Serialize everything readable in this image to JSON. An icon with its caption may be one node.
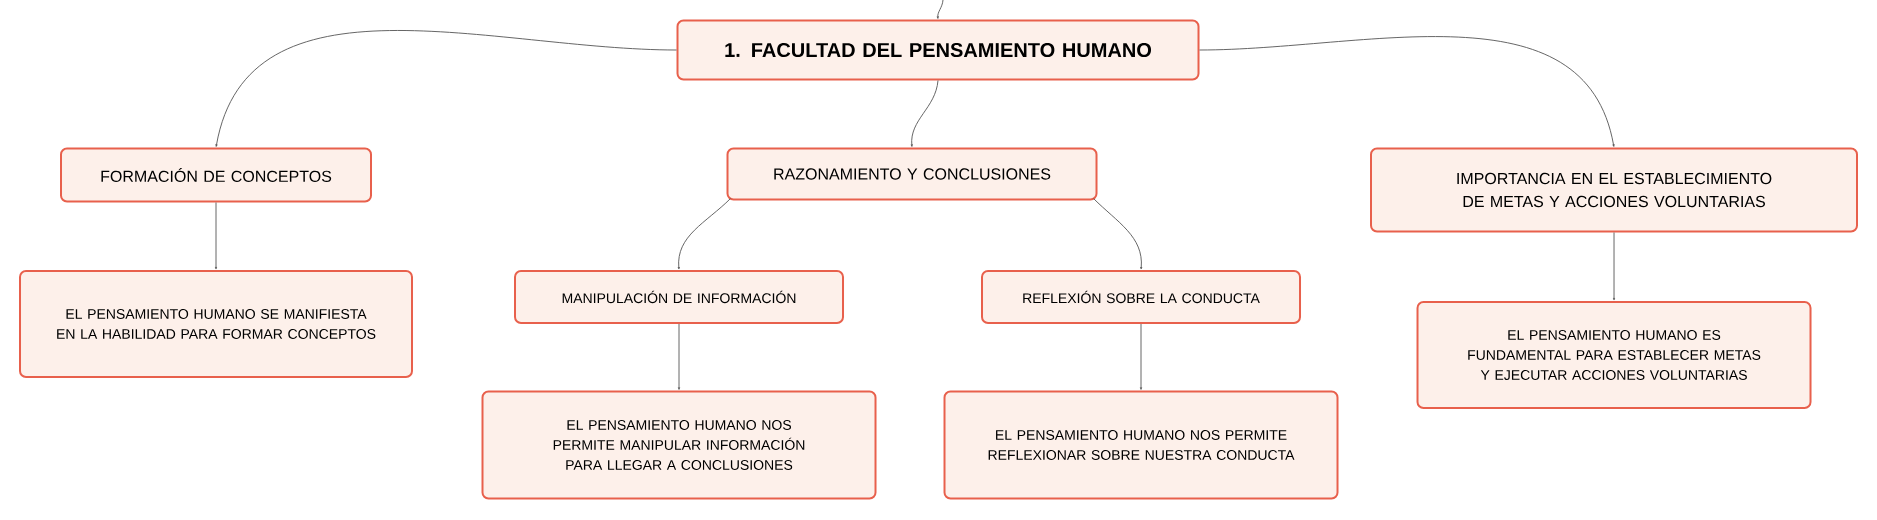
{
  "diagram": {
    "nodes": [
      {
        "text": [
          "1. FACULTAD DEL PENSAMIENTO HUMANO"
        ]
      },
      {
        "text": [
          "FORMACIÓN DE CONCEPTOS"
        ]
      },
      {
        "text": [
          "RAZONAMIENTO Y CONCLUSIONES"
        ]
      },
      {
        "text": [
          "IMPORTANCIA EN EL ESTABLECIMIENTO DE METAS Y ACCIONES VOLUNTARIAS"
        ]
      },
      {
        "text": [
          "EL PENSAMIENTO HUMANO SE MANIFIESTA EN LA HABILIDAD PARA FORMAR CONCEPTOS"
        ]
      },
      {
        "text": [
          "MANIPULACIÓN DE INFORMACIÓN"
        ]
      },
      {
        "text": [
          "REFLEXIÓN SOBRE LA CONDUCTA"
        ]
      },
      {
        "text": [
          "EL PENSAMIENTO HUMANO NOS PERMITE MANIPULAR INFORMACIÓN PARA LLEGAR A CONCLUSIONES"
        ]
      },
      {
        "text": [
          "EL PENSAMIENTO HUMANO NOS PERMITE REFLEXIONAR SOBRE NUESTRA CONDUCTA"
        ]
      },
      {
        "text": [
          "EL PENSAMIENTO HUMANO ES FUNDAMENTAL PARA ESTABLECER METAS Y EJECUTAR ACCIONES VOLUNTARIAS"
        ]
      }
    ],
    "edges": [
      {
        "from": null,
        "to": 0,
        "arrow": "to"
      },
      {
        "from": 0,
        "to": 1,
        "arrow": "to"
      },
      {
        "from": 0,
        "to": 2,
        "arrow": "to"
      },
      {
        "from": 0,
        "to": 3,
        "arrow": "to"
      },
      {
        "from": 1,
        "to": 4,
        "arrow": "to"
      },
      {
        "from": 2,
        "to": 5,
        "arrow": "to"
      },
      {
        "from": 2,
        "to": 6,
        "arrow": "to"
      },
      {
        "from": 3,
        "to": 9,
        "arrow": "to"
      },
      {
        "from": 5,
        "to": 7,
        "arrow": "to"
      },
      {
        "from": 6,
        "to": 8,
        "arrow": "to"
      }
    ]
  }
}
